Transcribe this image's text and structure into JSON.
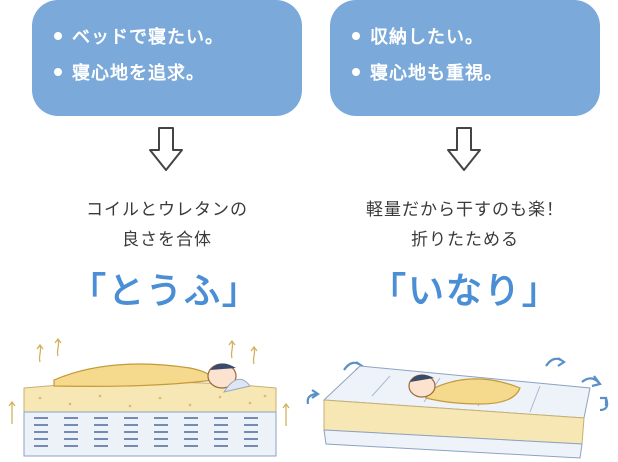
{
  "left_panel": {
    "bullets": [
      "ベッドで寝たい。",
      "寝心地を追求。"
    ],
    "description_lines": [
      "コイルとウレタンの",
      "良さを合体"
    ],
    "product_name": "「とうふ」"
  },
  "right_panel": {
    "bullets": [
      "収納したい。",
      "寝心地も重視。"
    ],
    "description_lines": [
      "軽量だから干すのも楽！",
      "折りたためる"
    ],
    "product_name": "「いなり」"
  },
  "colors": {
    "bubble": "#7aa9da",
    "product_text": "#4a8fd6",
    "mattress_cream": "#f7e7b5",
    "futon_white": "#eef3f9"
  },
  "icons": [
    "down-arrow-icon",
    "sleeping-person-icon",
    "coil-spring-icon",
    "airflow-arrow-icon"
  ]
}
